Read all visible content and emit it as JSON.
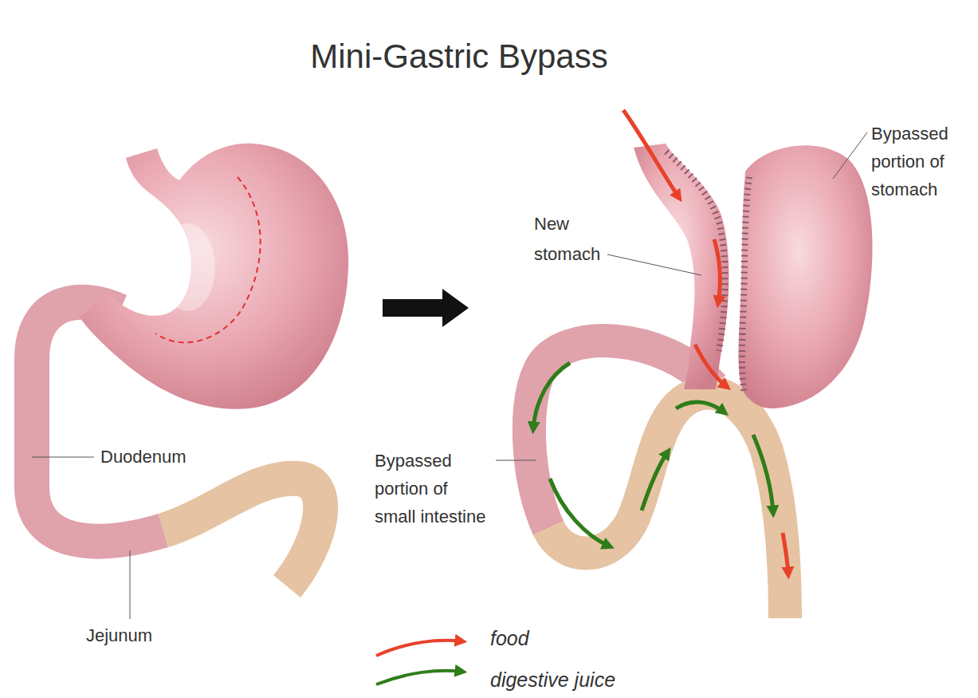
{
  "diagram": {
    "title": "Mini-Gastric Bypass",
    "labels": [
      "Bypassed portion of stomach",
      "New stomach",
      "Duodenum",
      "Bypassed portion of small intestine",
      "Jejunum"
    ],
    "legend": [
      {
        "text": "food"
      },
      {
        "text": "digestive juice"
      }
    ]
  }
}
